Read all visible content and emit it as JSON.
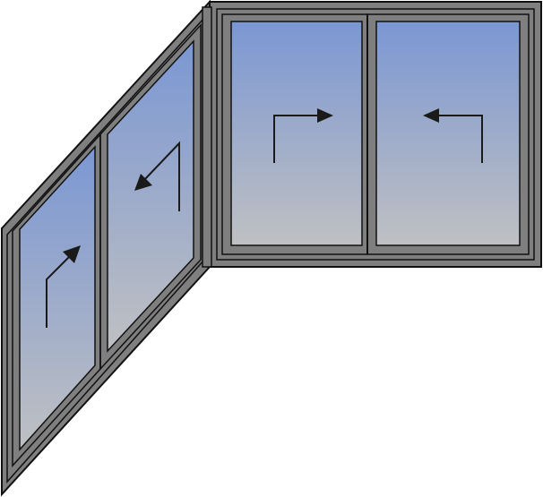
{
  "colors": {
    "frame_fill": "#7f7f7f",
    "frame_stroke": "#111111",
    "glass_top": "#7b97d3",
    "glass_bottom": "#bfc0c2",
    "arrow": "#1a1a1a",
    "background": "#ffffff"
  },
  "diagram": {
    "frames": [
      {
        "name": "front-window-frame",
        "panels": 2
      },
      {
        "name": "side-window-frame",
        "panels": 2
      }
    ],
    "panels": [
      {
        "name": "front-left-sash",
        "frame": "front",
        "arrow": "up-right-icon"
      },
      {
        "name": "front-right-sash",
        "frame": "front",
        "arrow": "up-left-icon"
      },
      {
        "name": "side-front-sash",
        "frame": "side",
        "arrow": "up-diagonal-icon"
      },
      {
        "name": "side-rear-sash",
        "frame": "side",
        "arrow": "down-diagonal-icon"
      }
    ]
  }
}
